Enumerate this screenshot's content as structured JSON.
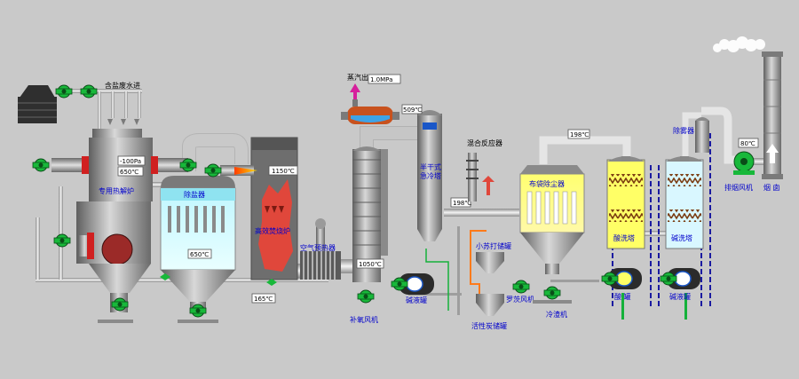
{
  "labels": {
    "feed_tank": "含盐废水进",
    "special_furnace": "专用热解炉",
    "salt_remover": "除盐器",
    "incinerator": "高效焚烧炉",
    "air_preheater": "空气预热器",
    "supplement_fan": "补氧风机",
    "dry_cooling_tower_line1": "半干式",
    "dry_cooling_tower_line2": "急冷塔",
    "alkali_tank_1": "碱液罐",
    "mixing_reactor": "混合反应器",
    "soda_tank": "小苏打储罐",
    "roots_blower": "罗茨风机",
    "carbon_tank": "活性炭储罐",
    "bag_filter": "布袋除尘器",
    "cold_slag": "冷渣机",
    "acid_tower": "酸洗塔",
    "acid_tank": "酸  罐",
    "alkali_tower": "碱洗塔",
    "alkali_tank_2": "碱液罐",
    "demister": "除雾器",
    "exhaust_fan": "排烟风机",
    "chimney": "烟  囱",
    "steam_out": "蒸汽出"
  },
  "readings": {
    "pressure_main": "-100Pa",
    "temp_furnace": "650℃",
    "temp_incinerator": "1150℃",
    "steam_pressure": "1.0MPa",
    "temp_boiler_out": "509℃",
    "temp_salt": "650℃",
    "temp_air": "165℃",
    "temp_boiler_lower": "1050℃",
    "temp_quench_out": "198℃",
    "temp_bag_in": "198℃",
    "temp_stack": "80℃"
  },
  "colors": {
    "background": "#c9c9c9",
    "equipment": "#8a8a8a",
    "pipe": "#bdbdbd",
    "label_blue": "#0000cc",
    "pump_green": "#18b83a",
    "flame_red": "#e0473b",
    "tower_yellow": "#ffff66"
  },
  "icons": [
    "pump-icon",
    "fan-icon",
    "valve-icon",
    "flame-icon",
    "steam-arrow-icon"
  ]
}
